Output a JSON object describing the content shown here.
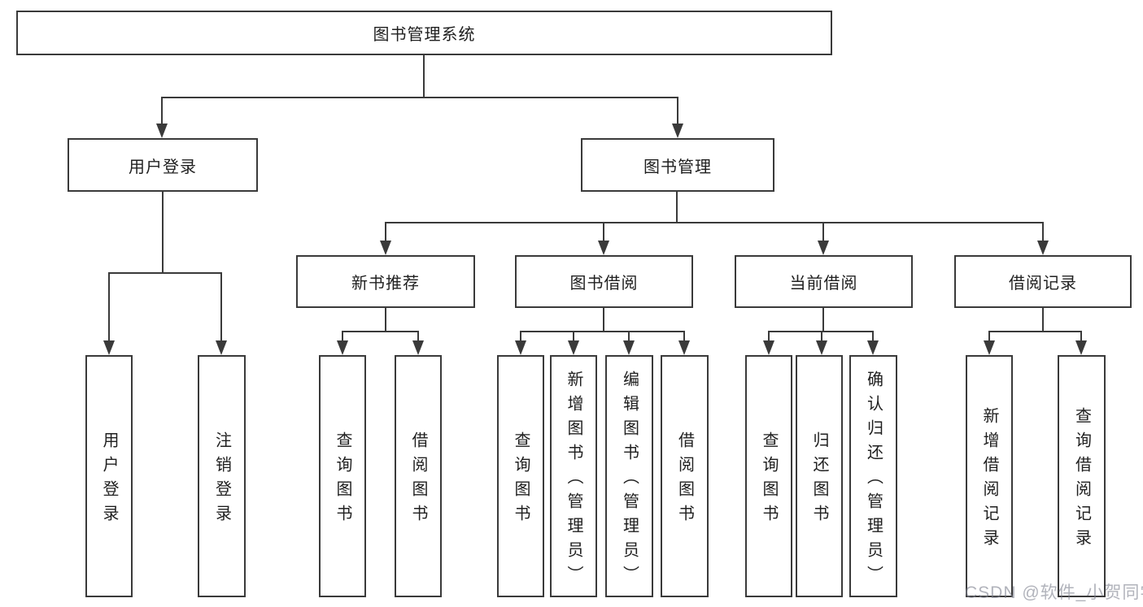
{
  "diagram": {
    "root": {
      "label": "图书管理系统"
    },
    "user_login": {
      "label": "用户登录",
      "children": [
        {
          "label": "用户登录"
        },
        {
          "label": "注销登录"
        }
      ]
    },
    "book_mgmt": {
      "label": "图书管理",
      "children": [
        {
          "label": "新书推荐",
          "children": [
            {
              "label": "查询图书"
            },
            {
              "label": "借阅图书"
            }
          ]
        },
        {
          "label": "图书借阅",
          "children": [
            {
              "label": "查询图书"
            },
            {
              "label": "新增图书（管理员）"
            },
            {
              "label": "编辑图书（管理员）"
            },
            {
              "label": "借阅图书"
            }
          ]
        },
        {
          "label": "当前借阅",
          "children": [
            {
              "label": "查询图书"
            },
            {
              "label": "归还图书"
            },
            {
              "label": "确认归还（管理员）"
            }
          ]
        },
        {
          "label": "借阅记录",
          "children": [
            {
              "label": "新增借阅记录"
            },
            {
              "label": "查询借阅记录"
            }
          ]
        }
      ]
    }
  },
  "watermark": {
    "text": "CSDN @软件_小贺同学"
  },
  "colors": {
    "line": "#3a3a3a",
    "box_border": "#3a3a3a",
    "text": "#1f1f1f",
    "background": "#ffffff",
    "watermark": "#7d818d"
  }
}
